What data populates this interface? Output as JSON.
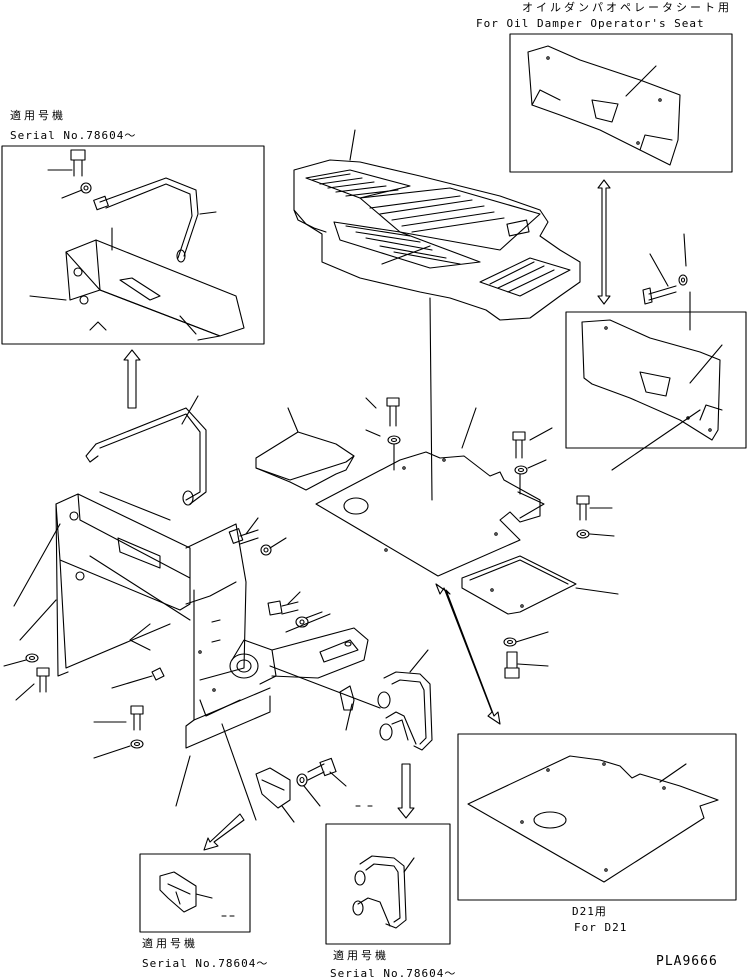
{
  "labels": {
    "top_right_jp": "オイルダンパオペレータシート用",
    "top_right_en": "For Oil Damper Operator's Seat",
    "top_left_jp": "適用号機",
    "top_left_serial": "Serial No.78604～",
    "bottom_right_jp": "D21用",
    "bottom_right_en": "For D21",
    "bottom_left_jp": "適用号機",
    "bottom_left_serial": "Serial No.78604～",
    "bottom_mid_jp": "適用号機",
    "bottom_mid_serial": "Serial No.78604～",
    "drawing_code": "PLA9666"
  },
  "colors": {
    "line": "#000000",
    "background": "#ffffff"
  }
}
